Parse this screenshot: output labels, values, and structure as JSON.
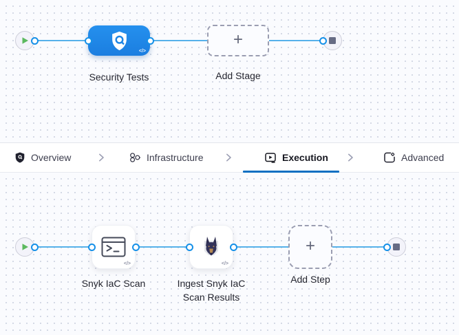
{
  "stage_pipeline": {
    "stage_label": "Security Tests",
    "add_stage_label": "Add Stage",
    "plus": "+",
    "code_badge": "</>"
  },
  "tabs": {
    "active": "Execution",
    "items": [
      {
        "label": "Overview",
        "icon": "shield-icon"
      },
      {
        "label": "Infrastructure",
        "icon": "infrastructure-icon"
      },
      {
        "label": "Execution",
        "icon": "execution-icon"
      },
      {
        "label": "Advanced",
        "icon": "advanced-icon"
      }
    ]
  },
  "execution": {
    "steps": [
      {
        "label": "Snyk IaC Scan",
        "icon": "terminal-icon"
      },
      {
        "label": "Ingest Snyk IaC Scan Results",
        "icon": "snyk-dog-icon"
      }
    ],
    "add_step_label": "Add Step",
    "plus": "+",
    "code_badge": "</>"
  },
  "colors": {
    "accent_blue": "#0a6fc2",
    "node_blue": "#1e86e6",
    "connector_line": "#56b1ea",
    "play_green": "#5cb95f",
    "stop_gray": "#666b84"
  }
}
